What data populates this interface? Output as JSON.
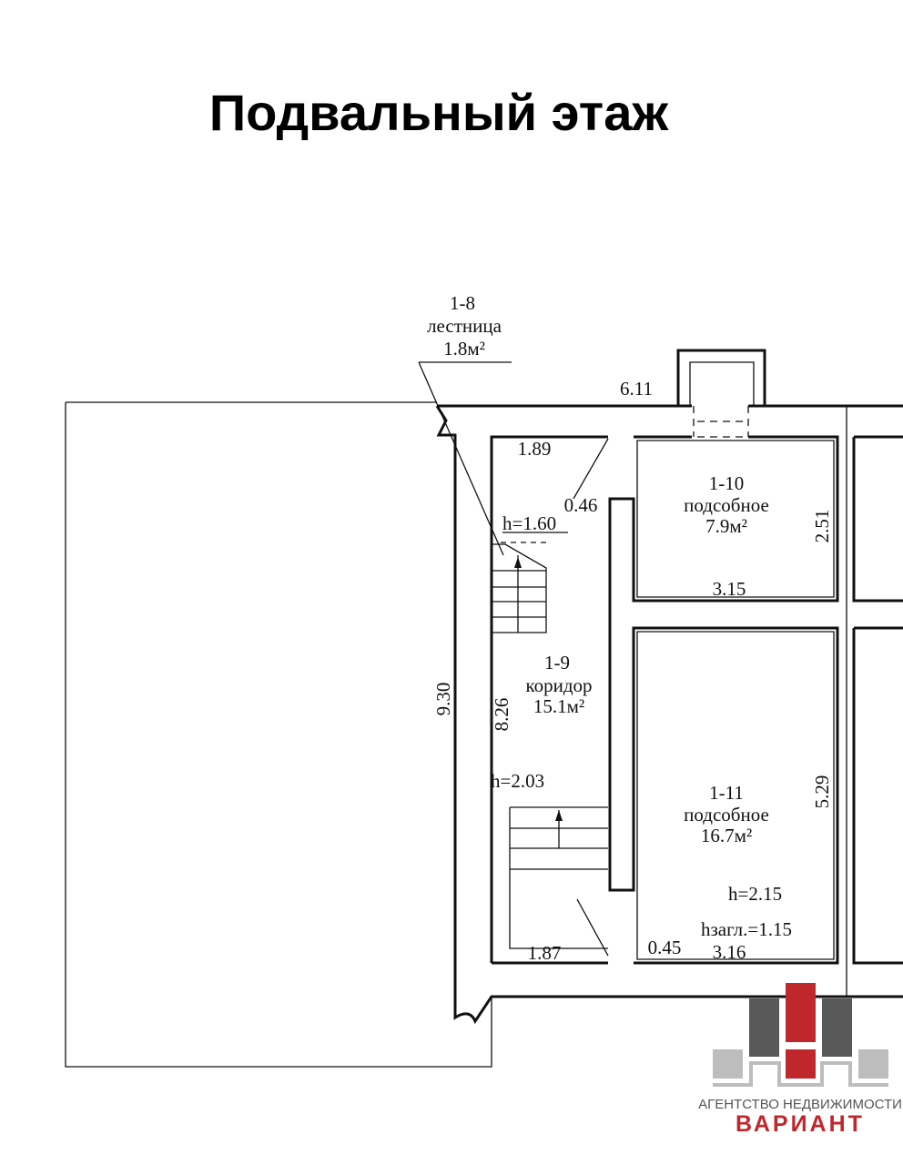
{
  "title": "Подвальный этаж",
  "rooms": [
    {
      "id": "1-8",
      "name": "лестница",
      "area": "1.8м²"
    },
    {
      "id": "1-9",
      "name": "коридор",
      "area": "15.1м²"
    },
    {
      "id": "1-10",
      "name": "подсобное",
      "area": "7.9м²"
    },
    {
      "id": "1-11",
      "name": "подсобное",
      "area": "16.7м²"
    }
  ],
  "dimensions": {
    "top": "6.11",
    "left_outer": "9.30",
    "corridor_length": "8.26",
    "corridor_top": "1.89",
    "corridor_bottom": "1.87",
    "door_top": "0.46",
    "door_bottom": "0.45",
    "room10_width": "3.15",
    "room10_height": "2.51",
    "room11_width": "3.16",
    "room11_height": "5.29"
  },
  "heights": {
    "stair_top": "h=1.60",
    "stair_bottom": "h=2.03",
    "room11": "h=2.15",
    "depth": "hзагл.=1.15"
  },
  "logo": {
    "subtitle": "АГЕНТСТВО НЕДВИЖИМОСТИ",
    "name": "ВАРИАНТ",
    "colors": {
      "red": "#c0272d",
      "dark_gray": "#595959",
      "light_gray": "#bdbdbd"
    }
  }
}
